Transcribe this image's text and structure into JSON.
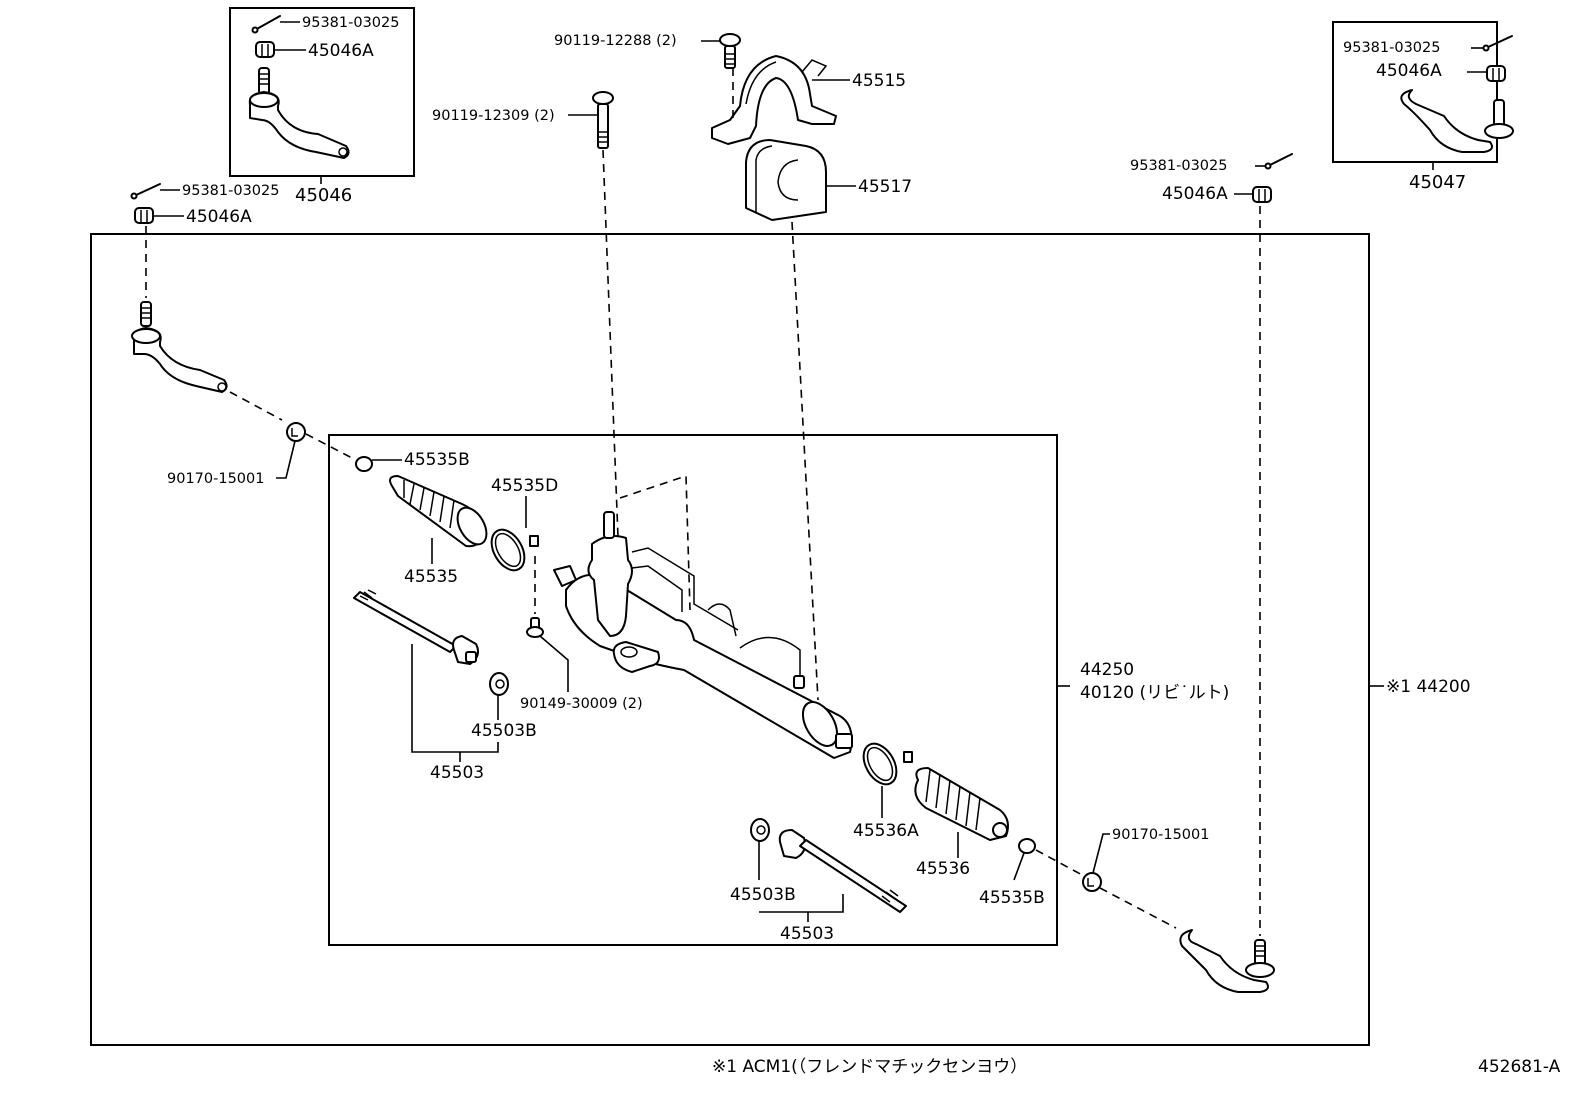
{
  "title": "Steering rack & tie rod assembly parts diagram",
  "diagram_id": "452681-A",
  "footnote": "※1  ACM1(（フレンドマチックセンヨウ）",
  "assembly_labels": {
    "rack_assy_line1": "44250",
    "rack_assy_line2": "40120 (リビ˙ルト)",
    "outer_assy": "※1 44200"
  },
  "inset_left": {
    "cotter_pin": "95381-03025",
    "nut": "45046A",
    "tie_rod_end": "45046"
  },
  "inset_right": {
    "cotter_pin": "95381-03025",
    "nut": "45046A",
    "tie_rod_end": "45047"
  },
  "top_parts": {
    "bolt_upper": "90119-12288 (2)",
    "bolt_lower": "90119-12309 (2)",
    "bracket": "45515",
    "grommet": "45517",
    "left_cotter_pin": "95381-03025",
    "left_nut": "45046A",
    "right_cotter_pin": "95381-03025",
    "right_nut": "45046A"
  },
  "left_side": {
    "lock_nut": "90170-15001",
    "clip": "45535B",
    "boot": "45535",
    "clamp": "45535D",
    "tie_rod": "45503",
    "claw_washer": "45503B",
    "screw": "90149-30009 (2)"
  },
  "right_side": {
    "lock_nut": "90170-15001",
    "clip": "45535B",
    "boot": "45536",
    "clamp": "45536A",
    "tie_rod": "45503",
    "claw_washer": "45503B"
  }
}
